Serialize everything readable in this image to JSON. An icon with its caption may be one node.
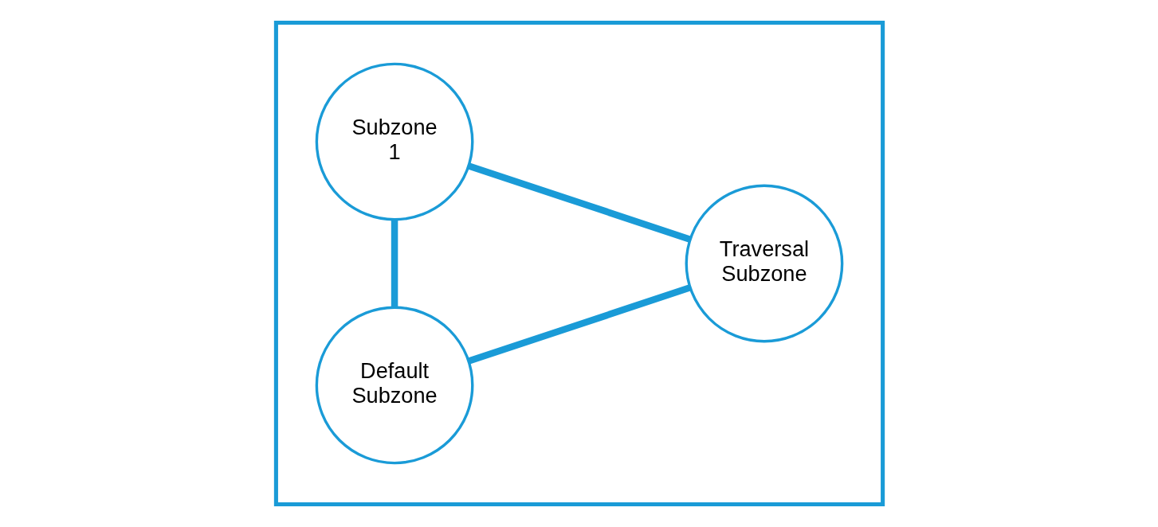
{
  "diagram": {
    "nodes": [
      {
        "text": [],
        "shape": "box"
      },
      {
        "text": [
          "Default Subzone"
        ],
        "in": 0
      },
      {
        "text": [
          "Subzone 1"
        ],
        "in": 0
      },
      {
        "text": [
          "Traversal Subzone"
        ],
        "in": 0
      }
    ],
    "edges": [
      {
        "from": 1,
        "to": 3,
        "arrow": "none"
      },
      {
        "from": 1,
        "to": 2,
        "arrow": "none"
      },
      {
        "from": 2,
        "to": 3,
        "arrow": "none"
      }
    ]
  }
}
